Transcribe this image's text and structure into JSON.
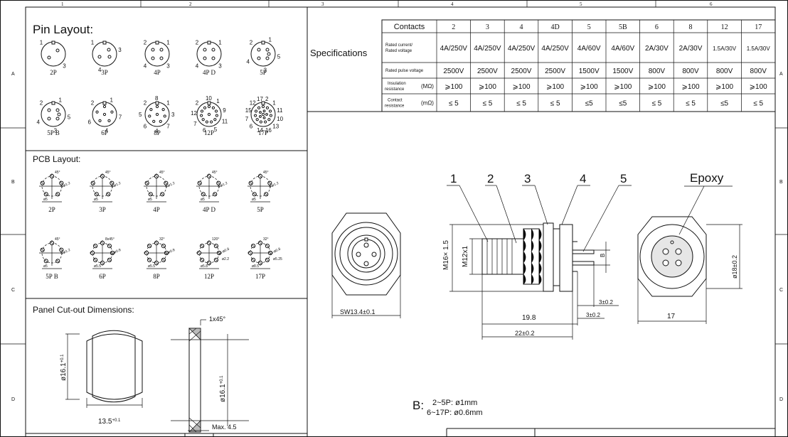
{
  "frame": {
    "columns": [
      "1",
      "2",
      "3",
      "4",
      "5",
      "6"
    ],
    "rows": [
      "A",
      "B",
      "C",
      "D"
    ]
  },
  "pin_layout": {
    "title": "Pin Layout:",
    "items": [
      {
        "label": "2P",
        "nums": [
          "1",
          "3"
        ]
      },
      {
        "label": "3P",
        "nums": [
          "1",
          "3",
          "4"
        ]
      },
      {
        "label": "4P",
        "nums": [
          "2",
          "1",
          "3",
          "4"
        ]
      },
      {
        "label": "4P  D",
        "nums": [
          "2",
          "1",
          "3",
          "4"
        ]
      },
      {
        "label": "5P",
        "nums": [
          "2",
          "1",
          "5",
          "3",
          "4"
        ]
      },
      {
        "label": "5P  B",
        "nums": [
          "2",
          "1",
          "5",
          "3",
          "4"
        ]
      },
      {
        "label": "6P",
        "nums": [
          "2",
          "1",
          "7",
          "4",
          "6"
        ]
      },
      {
        "label": "8P",
        "nums": [
          "2",
          "8",
          "1",
          "3",
          "7",
          "4",
          "6",
          "5"
        ]
      },
      {
        "label": "12P",
        "nums": [
          "2",
          "10",
          "1",
          "9",
          "11",
          "5",
          "6",
          "7",
          "12"
        ]
      },
      {
        "label": "17P",
        "nums": [
          "12",
          "17",
          "2",
          "1",
          "11",
          "10",
          "13",
          "16",
          "14",
          "6",
          "7",
          "15"
        ]
      }
    ]
  },
  "pcb_layout": {
    "title": "PCB Layout:",
    "items": [
      {
        "label": "2P",
        "dims": [
          "45°",
          "5-ø1.2",
          "ø5"
        ]
      },
      {
        "label": "3P",
        "dims": [
          "45°",
          "5-ø1.2",
          "ø5"
        ]
      },
      {
        "label": "4P",
        "dims": [
          "45°",
          "5-ø1.2",
          "ø5"
        ]
      },
      {
        "label": "4P  D",
        "dims": [
          "45°",
          "5-ø1.2",
          "ø5"
        ]
      },
      {
        "label": "5P",
        "dims": [
          "45°",
          "5-ø1.2",
          "ø5"
        ]
      },
      {
        "label": "5P  B",
        "dims": [
          "45°",
          "5-ø1.2",
          "ø5"
        ]
      },
      {
        "label": "6P",
        "dims": [
          "8x45°",
          "6-ø0.8",
          "ø5.5"
        ]
      },
      {
        "label": "8P",
        "dims": [
          "32°",
          "8-ø0.8",
          "ø5.5"
        ]
      },
      {
        "label": "12P",
        "dims": [
          "120°",
          "12-ø0.8",
          "ø5.8",
          "ø2.2"
        ]
      },
      {
        "label": "17P",
        "dims": [
          "32°",
          "17-ø0.8",
          "ø8.5",
          "ø5.25"
        ]
      }
    ]
  },
  "panel_cutout": {
    "title": "Panel Cut-out Dimensions:",
    "dia": "ø16.1",
    "dia_tol": "+0.1",
    "width": "13.5",
    "width_tol": "+0.1",
    "chamfer": "1x45°",
    "max": "Max. 4.5"
  },
  "specs": {
    "title": "Specifications",
    "header_label": "Contacts",
    "contacts": [
      "2",
      "3",
      "4",
      "4D",
      "5",
      "5B",
      "6",
      "8",
      "12",
      "17"
    ],
    "rows": [
      {
        "label": "Rated current/\nRated voltage",
        "values": [
          "4A/250V",
          "4A/250V",
          "4A/250V",
          "4A/250V",
          "4A/60V",
          "4A/60V",
          "2A/30V",
          "2A/30V",
          "1.5A/30V",
          "1.5A/30V"
        ]
      },
      {
        "label": "Rated pulse voltage",
        "values": [
          "2500V",
          "2500V",
          "2500V",
          "2500V",
          "1500V",
          "1500V",
          "800V",
          "800V",
          "800V",
          "800V"
        ]
      },
      {
        "label": "Insulation resistance",
        "unit": "(MΩ)",
        "values": [
          "⩾100",
          "⩾100",
          "⩾100",
          "⩾100",
          "⩾100",
          "⩾100",
          "⩾100",
          "⩾100",
          "⩾100",
          "⩾100"
        ]
      },
      {
        "label": "Contact resistance",
        "unit": "(mΩ)",
        "values": [
          "≤ 5",
          "≤ 5",
          "≤ 5",
          "≤ 5",
          "≤5",
          "≤5",
          "≤ 5",
          "≤ 5",
          "≤5",
          "≤ 5"
        ]
      }
    ]
  },
  "drawing": {
    "front_label": "SW13.4±0.1",
    "callouts": [
      "1",
      "2",
      "3",
      "4",
      "5"
    ],
    "epoxy": "Epoxy",
    "m16": "M16× 1.5",
    "m12": "M12x1",
    "len_19": "19.8",
    "len_22": "22±0.2",
    "len_3a": "3±0.2",
    "len_3b": "3±0.2",
    "b_mark": "B",
    "rear_dia": "ø18±0.2",
    "rear_w": "17"
  },
  "note": {
    "key": "B:",
    "line1": "2~5P:  ø1mm",
    "line2": "6~17P:  ø0.6mm"
  }
}
